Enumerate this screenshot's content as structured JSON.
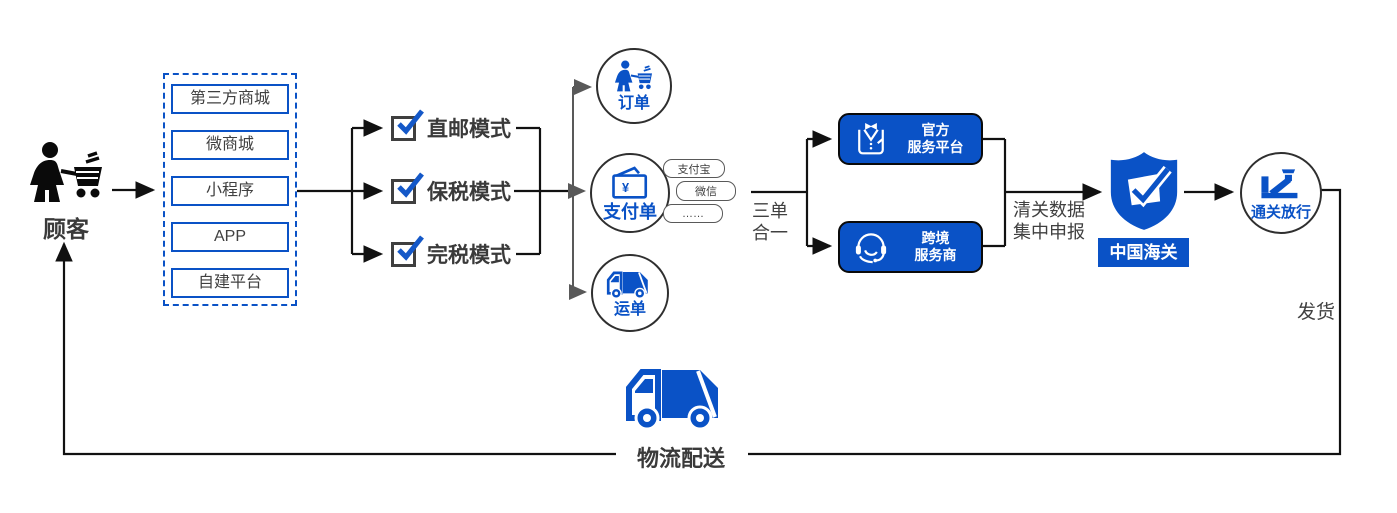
{
  "colors": {
    "accent_blue": "#0A52C6",
    "text_dark": "#3A3A3A",
    "line_black": "#111111",
    "line_gray": "#595959"
  },
  "customer": {
    "label": "顾客"
  },
  "platforms": {
    "items": [
      "第三方商城",
      "微商城",
      "小程序",
      "APP",
      "自建平台"
    ]
  },
  "modes": {
    "items": [
      "直邮模式",
      "保税模式",
      "完税模式"
    ]
  },
  "documents": {
    "order": {
      "label": "订单"
    },
    "payment": {
      "label": "支付单",
      "methods": [
        "支付宝",
        "微信",
        "……"
      ]
    },
    "waybill": {
      "label": "运单"
    }
  },
  "merge_label": {
    "line1": "三单",
    "line2": "合一"
  },
  "services": {
    "official": {
      "line1": "官方",
      "line2": "服务平台"
    },
    "crossborder": {
      "line1": "跨境",
      "line2": "服务商"
    }
  },
  "declaration_label": {
    "line1": "清关数据",
    "line2": "集中申报"
  },
  "customs": {
    "label": "中国海关"
  },
  "clearance": {
    "label": "通关放行"
  },
  "shipping_label": "发货",
  "logistics_label": "物流配送",
  "icons": {
    "customer": "person-with-shopping-cart",
    "order": "person-with-shopping-cart",
    "payment": "wallet-yuan",
    "waybill": "delivery-truck",
    "official_service": "suit-bowtie",
    "crossborder_service": "headset-agent",
    "customs": "shield-check",
    "clearance": "customs-officer-desk",
    "logistics": "delivery-truck",
    "mode_checkbox": "checked-checkbox"
  }
}
